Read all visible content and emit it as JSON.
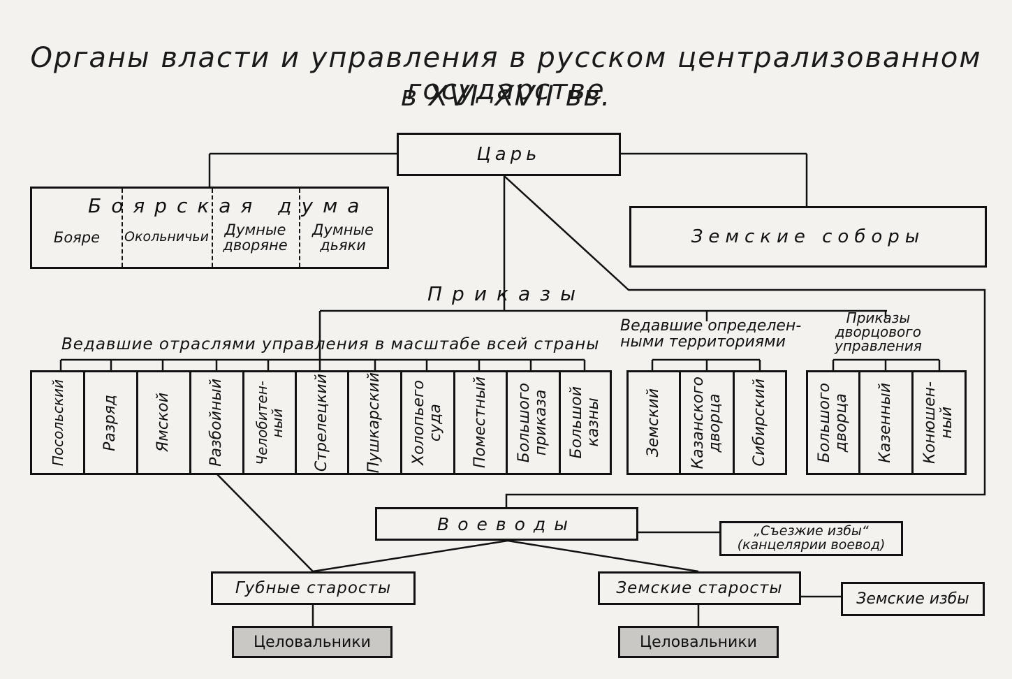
{
  "title": {
    "line1": "Органы власти и управления в русском централизованном государстве",
    "line2": "в XVI–XVII вв."
  },
  "tsar": "Царь",
  "boyar_duma": {
    "title": "Боярская дума",
    "members": [
      "Бояре",
      "Окольничьи",
      "Думные дворяне",
      "Думные дьяки"
    ]
  },
  "zemsky_sobory": "Земские соборы",
  "prikazy": {
    "title": "Приказы",
    "groups": [
      {
        "heading": "Ведавшие отраслями управления в масштабе всей страны",
        "items": [
          "Посольский",
          "Разряд",
          "Ямской",
          "Разбойный",
          "Челобитен-\nный",
          "Стрелецкий",
          "Пушкарский",
          "Холопьего\nсуда",
          "Поместный",
          "Большого\nприказа",
          "Большой\nказны"
        ]
      },
      {
        "heading": "Ведавшие определен-\nными территориями",
        "items": [
          "Земский",
          "Казанского\nдворца",
          "Сибирский"
        ]
      },
      {
        "heading": "Приказы\nдворцового\nуправления",
        "items": [
          "Большого\nдворца",
          "Казенный",
          "Конюшен-\nный"
        ]
      }
    ]
  },
  "voevody": "Воеводы",
  "s_ezzhie_izby": "„Съезжие избы“\n(канцелярии воевод)",
  "gubnye_starosty": "Губные старосты",
  "zemskie_starosty": "Земские старосты",
  "zemskie_izby": "Земские избы",
  "tselovalniki_left": "Целовальники",
  "tselovalniki_right": "Целовальники"
}
